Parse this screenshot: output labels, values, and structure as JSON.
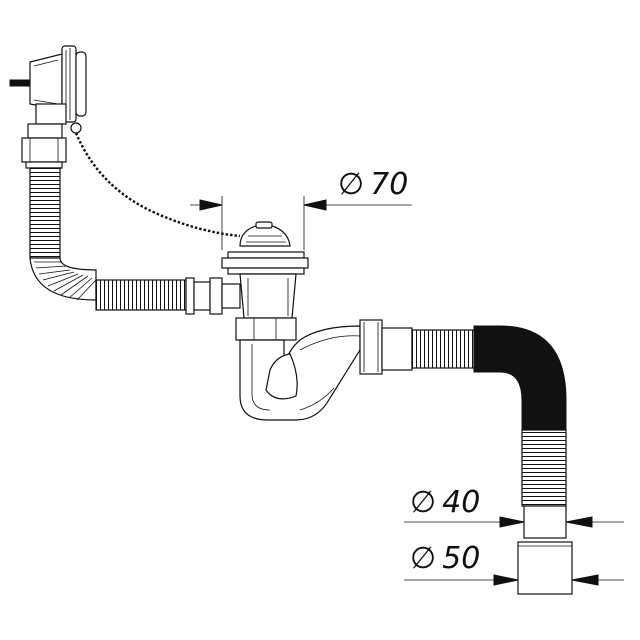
{
  "dimensions": {
    "d70": {
      "symbol": "∅",
      "value": "70"
    },
    "d40": {
      "symbol": "∅",
      "value": "40"
    },
    "d50": {
      "symbol": "∅",
      "value": "50"
    }
  }
}
